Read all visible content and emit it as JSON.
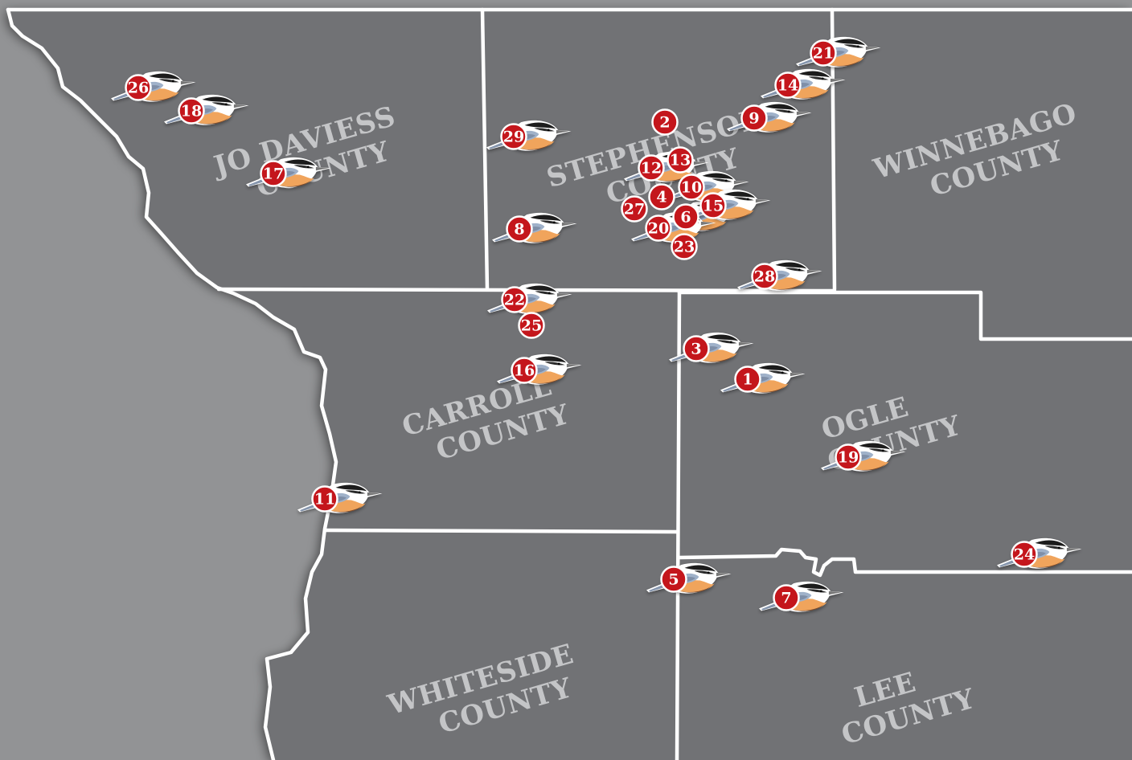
{
  "colors": {
    "river_bg": "#929395",
    "land": "#717275",
    "border": "#ffffff",
    "label": "#c4c5c7",
    "marker": "#c4161c",
    "bird_belly": "#f0a45c",
    "bird_wing": "#9fb1c9",
    "bird_cap": "#1e1e1e"
  },
  "counties": [
    {
      "id": "jo-daviess",
      "name": "JO DAVIESS",
      "suffix": "COUNTY"
    },
    {
      "id": "stephenson",
      "name": "STEPHENSON",
      "suffix": "COUNTY"
    },
    {
      "id": "winnebago",
      "name": "WINNEBAGO",
      "suffix": "COUNTY"
    },
    {
      "id": "carroll",
      "name": "CARROLL",
      "suffix": "COUNTY"
    },
    {
      "id": "ogle",
      "name": "OGLE",
      "suffix": "COUNTY"
    },
    {
      "id": "whiteside",
      "name": "WHITESIDE",
      "suffix": "COUNTY"
    },
    {
      "id": "lee",
      "name": "LEE",
      "suffix": "COUNTY"
    }
  ],
  "markers": [
    "1",
    "2",
    "3",
    "4",
    "5",
    "6",
    "7",
    "8",
    "9",
    "10",
    "11",
    "12",
    "13",
    "14",
    "15",
    "16",
    "17",
    "18",
    "19",
    "20",
    "21",
    "22",
    "23",
    "24",
    "25",
    "26",
    "27",
    "28",
    "29"
  ],
  "icons": {
    "marker": "nuthatch-bird-icon"
  }
}
